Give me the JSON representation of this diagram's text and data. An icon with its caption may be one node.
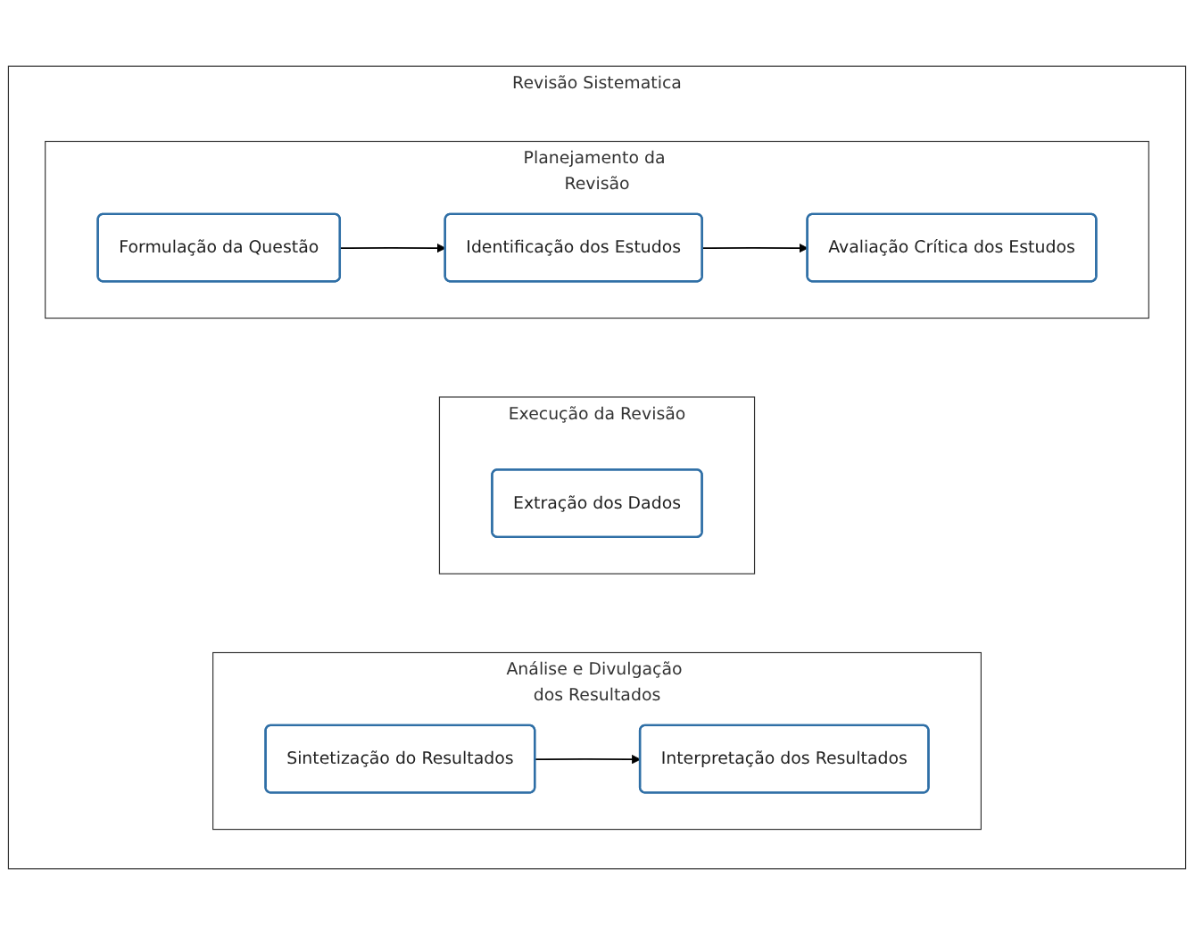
{
  "diagram": {
    "nodes": [
      {
        "text": [
          "Revisão Sistematica"
        ]
      },
      {
        "text": [
          "Planejamento da Revisão"
        ],
        "in": 0
      },
      {
        "text": [
          "Formulação da Questão"
        ],
        "in": 1
      },
      {
        "text": [
          "Identificação dos Estudos"
        ],
        "in": 1
      },
      {
        "text": [
          "Avaliação Crítica dos Estudos"
        ],
        "in": 1
      },
      {
        "text": [
          "Execução da Revisão"
        ],
        "in": 0
      },
      {
        "text": [
          "Extração dos Dados"
        ],
        "in": 5
      },
      {
        "text": [
          "Análise e Divulgação dos Resultados"
        ],
        "in": 0
      },
      {
        "text": [
          "Sintetização do Resultados"
        ],
        "in": 7
      },
      {
        "text": [
          "Interpretação dos Resultados"
        ],
        "in": 7
      }
    ],
    "edges": [
      {
        "from": 2,
        "to": 3,
        "arrow": "to"
      },
      {
        "from": 3,
        "to": 4,
        "arrow": "to"
      },
      {
        "from": 8,
        "to": 9,
        "arrow": "to"
      }
    ]
  }
}
